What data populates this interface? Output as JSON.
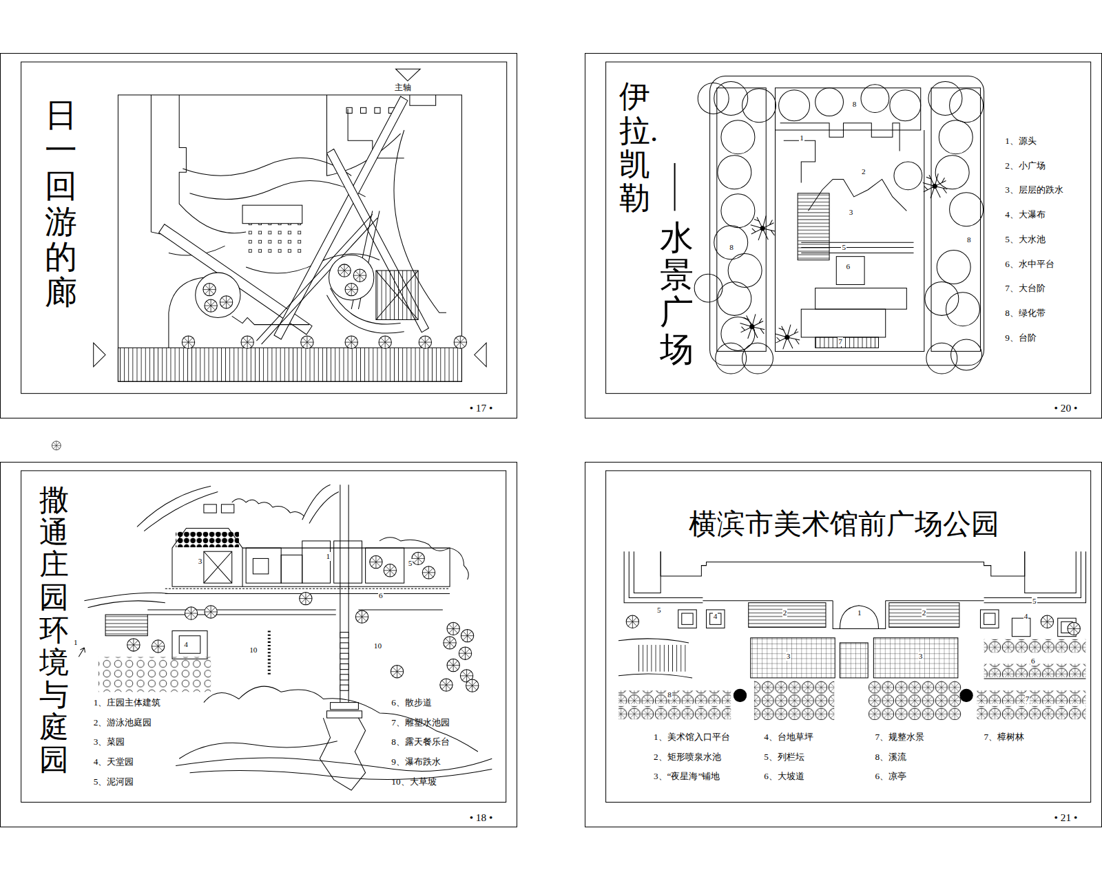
{
  "diagram": {
    "nodes": [
      {
        "text": [
          "日一回游的廊"
        ]
      },
      {
        "text": [
          "伊拉.凯勒",
          "水景广场"
        ]
      },
      {
        "text": [
          "撒通庄园环境与庭园"
        ]
      },
      {
        "text": [
          "横滨市美术馆前广场公园"
        ]
      }
    ],
    "labels": [
      "主轴",
      "• 17 •",
      "1、源头",
      "2、小广场",
      "3、层层的跌水",
      "4、大瀑布",
      "5、大水池",
      "6、水中平台",
      "7、大台阶",
      "8、绿化带",
      "9、台阶",
      "8",
      "1",
      "2",
      "3",
      "5",
      "6",
      "7",
      "8",
      "8",
      "• 20 •",
      "1、庄园主体建筑",
      "2、游泳池庭园",
      "3、菜园",
      "4、天堂园",
      "5、泥河园",
      "6、散步道",
      "7、雕塑水池园",
      "8、露天餐乐台",
      "9、瀑布跌水",
      "10、大草坡",
      "3",
      "1",
      "5",
      "6",
      "4",
      "10",
      "10",
      "1",
      "• 18 •",
      "1、美术馆入口平台",
      "2、矩形喷泉水池",
      "3、“夜星海”铺地",
      "4、台地草坪",
      "5、列栏坛",
      "6、大坡道",
      "7、规整水景",
      "8、溪流",
      "6、凉亭",
      "7、樟树林",
      "1",
      "2",
      "2",
      "3",
      "3",
      "4",
      "5",
      "5",
      "4",
      "6",
      "8",
      "7",
      "• 21 •"
    ]
  }
}
